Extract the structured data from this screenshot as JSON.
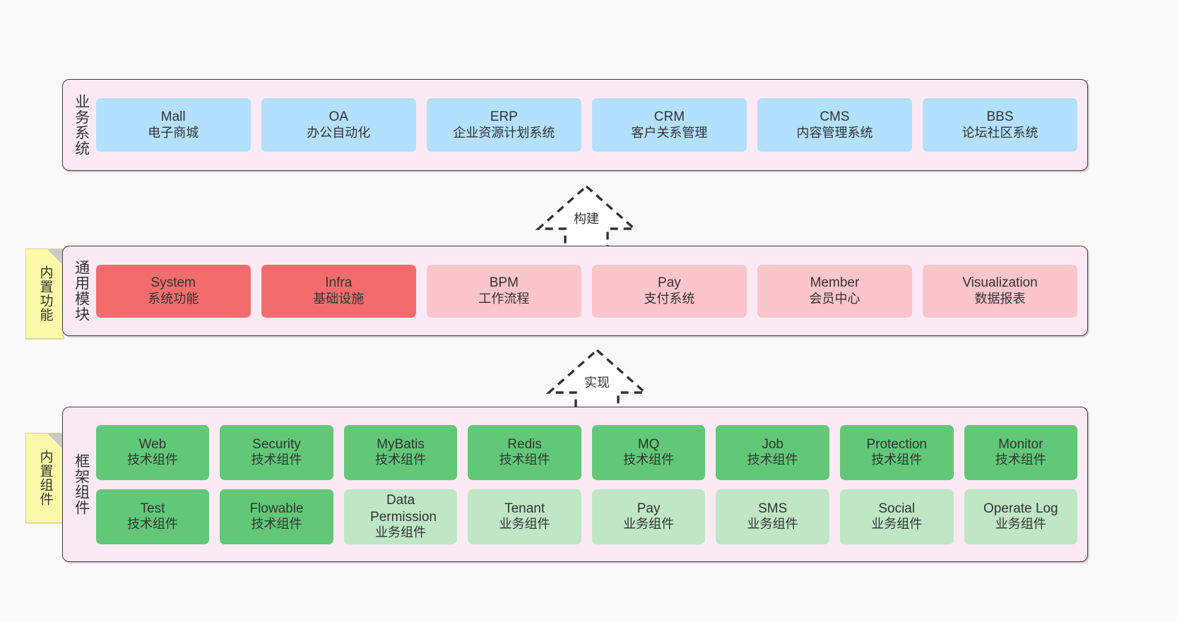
{
  "diagram": {
    "background_color": "#f9f9f9",
    "panel_color": "#fbeaf4",
    "panel_border_color": "#3c3c3c",
    "note_color": "#fcfaa8"
  },
  "layers": {
    "business": {
      "title": "业务系统",
      "cards": [
        {
          "name": "Mall",
          "sub": "电子商城",
          "color": "#b3e0fc"
        },
        {
          "name": "OA",
          "sub": "办公自动化",
          "color": "#b3e0fc"
        },
        {
          "name": "ERP",
          "sub": "企业资源计划系统",
          "color": "#b3e0fc"
        },
        {
          "name": "CRM",
          "sub": "客户关系管理",
          "color": "#b3e0fc"
        },
        {
          "name": "CMS",
          "sub": "内容管理系统",
          "color": "#b3e0fc"
        },
        {
          "name": "BBS",
          "sub": "论坛社区系统",
          "color": "#b3e0fc"
        }
      ]
    },
    "common": {
      "title": "通用模块",
      "note": "内置功能",
      "cards": [
        {
          "name": "System",
          "sub": "系统功能",
          "color": "#f26c6c"
        },
        {
          "name": "Infra",
          "sub": "基础设施",
          "color": "#f26c6c"
        },
        {
          "name": "BPM",
          "sub": "工作流程",
          "color": "#fbc5cb"
        },
        {
          "name": "Pay",
          "sub": "支付系统",
          "color": "#fbc5cb"
        },
        {
          "name": "Member",
          "sub": "会员中心",
          "color": "#fbc5cb"
        },
        {
          "name": "Visualization",
          "sub": "数据报表",
          "color": "#fbc5cb"
        }
      ]
    },
    "framework": {
      "title": "框架组件",
      "note": "内置组件",
      "row1": [
        {
          "name": "Web",
          "sub": "技术组件",
          "color": "#62c878"
        },
        {
          "name": "Security",
          "sub": "技术组件",
          "color": "#62c878"
        },
        {
          "name": "MyBatis",
          "sub": "技术组件",
          "color": "#62c878"
        },
        {
          "name": "Redis",
          "sub": "技术组件",
          "color": "#62c878"
        },
        {
          "name": "MQ",
          "sub": "技术组件",
          "color": "#62c878"
        },
        {
          "name": "Job",
          "sub": "技术组件",
          "color": "#62c878"
        },
        {
          "name": "Protection",
          "sub": "技术组件",
          "color": "#62c878"
        },
        {
          "name": "Monitor",
          "sub": "技术组件",
          "color": "#62c878"
        }
      ],
      "row2": [
        {
          "name": "Test",
          "sub": "技术组件",
          "color": "#62c878"
        },
        {
          "name": "Flowable",
          "sub": "技术组件",
          "color": "#62c878"
        },
        {
          "name": "Data Permission",
          "sub": "业务组件",
          "color": "#bfe7c6"
        },
        {
          "name": "Tenant",
          "sub": "业务组件",
          "color": "#bfe7c6"
        },
        {
          "name": "Pay",
          "sub": "业务组件",
          "color": "#bfe7c6"
        },
        {
          "name": "SMS",
          "sub": "业务组件",
          "color": "#bfe7c6"
        },
        {
          "name": "Social",
          "sub": "业务组件",
          "color": "#bfe7c6"
        },
        {
          "name": "Operate Log",
          "sub": "业务组件",
          "color": "#bfe7c6"
        }
      ]
    }
  },
  "connectors": [
    {
      "label": "构建"
    },
    {
      "label": "实现"
    }
  ]
}
